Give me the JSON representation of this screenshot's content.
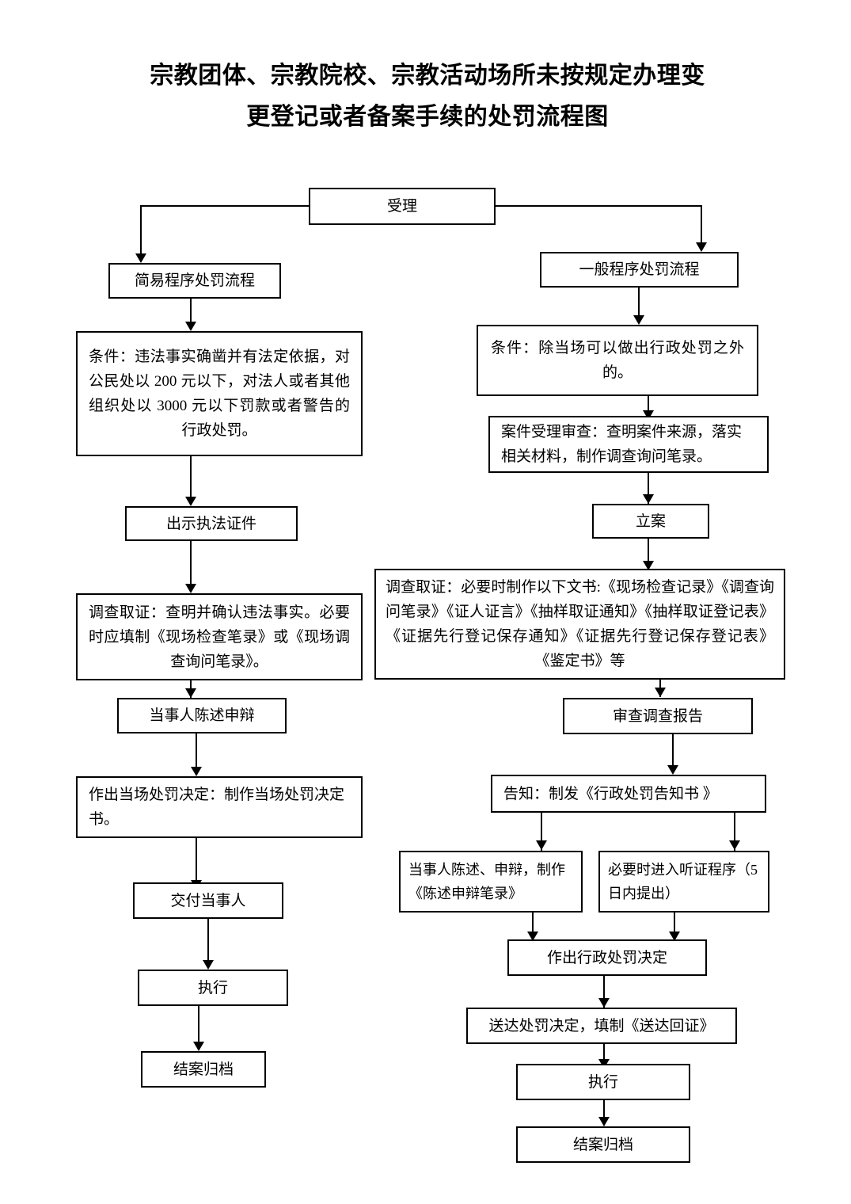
{
  "document": {
    "title_line1": "宗教团体、宗教院校、宗教活动场所未按规定办理变",
    "title_line2": "更登记或者备案手续的处罚流程图"
  },
  "flowchart": {
    "type": "flowchart",
    "orientation": "top-down, two parallel branches",
    "root": {
      "id": "accept",
      "label": "受理"
    },
    "branches": [
      {
        "id": "simple-procedure",
        "header": "简易程序处罚流程",
        "nodes": [
          {
            "id": "simple-condition",
            "label": "条件：违法事实确凿并有法定依据，对公民处以 200 元以下，对法人或者其他组织处以 3000 元以下罚款或者警告的行政处罚。"
          },
          {
            "id": "show-credentials",
            "label": "出示执法证件"
          },
          {
            "id": "simple-investigation",
            "label": "调查取证：查明并确认违法事实。必要时应填制《现场检查笔录》或《现场调查询问笔录》。"
          },
          {
            "id": "simple-statement",
            "label": "当事人陈述申辩"
          },
          {
            "id": "onsite-decision",
            "label": "作出当场处罚决定：制作当场处罚决定书。"
          },
          {
            "id": "deliver-party",
            "label": "交付当事人"
          },
          {
            "id": "simple-execute",
            "label": "执行"
          },
          {
            "id": "simple-archive",
            "label": "结案归档"
          }
        ]
      },
      {
        "id": "general-procedure",
        "header": "一般程序处罚流程",
        "nodes": [
          {
            "id": "general-condition",
            "label": "条件：除当场可以做出行政处罚之外的。"
          },
          {
            "id": "case-review",
            "label": "案件受理审查：查明案件来源，落实相关材料，制作调查询问笔录。"
          },
          {
            "id": "file-case",
            "label": "立案"
          },
          {
            "id": "general-investigation",
            "label": "调查取证：必要时制作以下文书:《现场检查记录》《调查询问笔录》《证人证言》《抽样取证通知》《抽样取证登记表》《证据先行登记保存通知》《证据先行登记保存登记表》《鉴定书》等"
          },
          {
            "id": "review-report",
            "label": "审查调查报告"
          },
          {
            "id": "notify",
            "label": "告知：制发《行政处罚告知书 》"
          },
          {
            "id": "party-statement",
            "label": "当事人陈述、申辩，制作《陈述申辩笔录》"
          },
          {
            "id": "hearing-procedure",
            "label": "必要时进入听证程序（5 日内提出）"
          },
          {
            "id": "make-decision",
            "label": "作出行政处罚决定"
          },
          {
            "id": "serve-decision",
            "label": "送达处罚决定，填制《送达回证》"
          },
          {
            "id": "general-execute",
            "label": "执行"
          },
          {
            "id": "general-archive",
            "label": "结案归档"
          }
        ]
      }
    ]
  }
}
